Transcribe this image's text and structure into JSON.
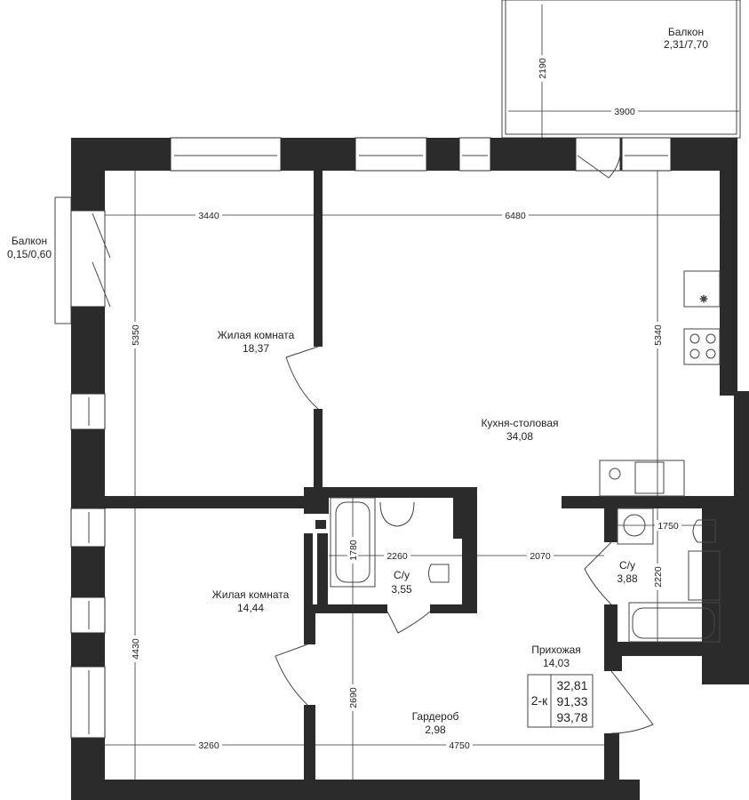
{
  "rooms": {
    "balcony_top": {
      "name": "Балкон",
      "area": "2,31/7,70"
    },
    "balcony_left": {
      "name": "Балкон",
      "area": "0,15/0,60"
    },
    "living_room_1": {
      "name": "Жилая комната",
      "area": "18,37"
    },
    "living_room_2": {
      "name": "Жилая комната",
      "area": "14,44"
    },
    "kitchen": {
      "name": "Кухня-столовая",
      "area": "34,08"
    },
    "bathroom_1": {
      "name": "С/у",
      "area": "3,55"
    },
    "bathroom_2": {
      "name": "С/у",
      "area": "3,88"
    },
    "hallway": {
      "name": "Прихожая",
      "area": "14,03"
    },
    "wardrobe": {
      "name": "Гардероб",
      "area": "2,98"
    }
  },
  "dimensions": {
    "balcony_depth": "2190",
    "balcony_width": "3900",
    "room1_width": "3440",
    "kitchen_width": "6480",
    "room1_depth": "5350",
    "kitchen_depth": "5340",
    "bath1_width": "2260",
    "bath1_tub": "1780",
    "hall_width": "2070",
    "bath2_width": "1750",
    "bath2_depth": "2220",
    "room2_depth": "4430",
    "wardrobe_depth": "2690",
    "room2_width": "3260",
    "hall_length": "4750"
  },
  "summary": {
    "type": "2-к",
    "living_area": "32,81",
    "total_area": "91,33",
    "total_area_with_balcony": "93,78"
  }
}
